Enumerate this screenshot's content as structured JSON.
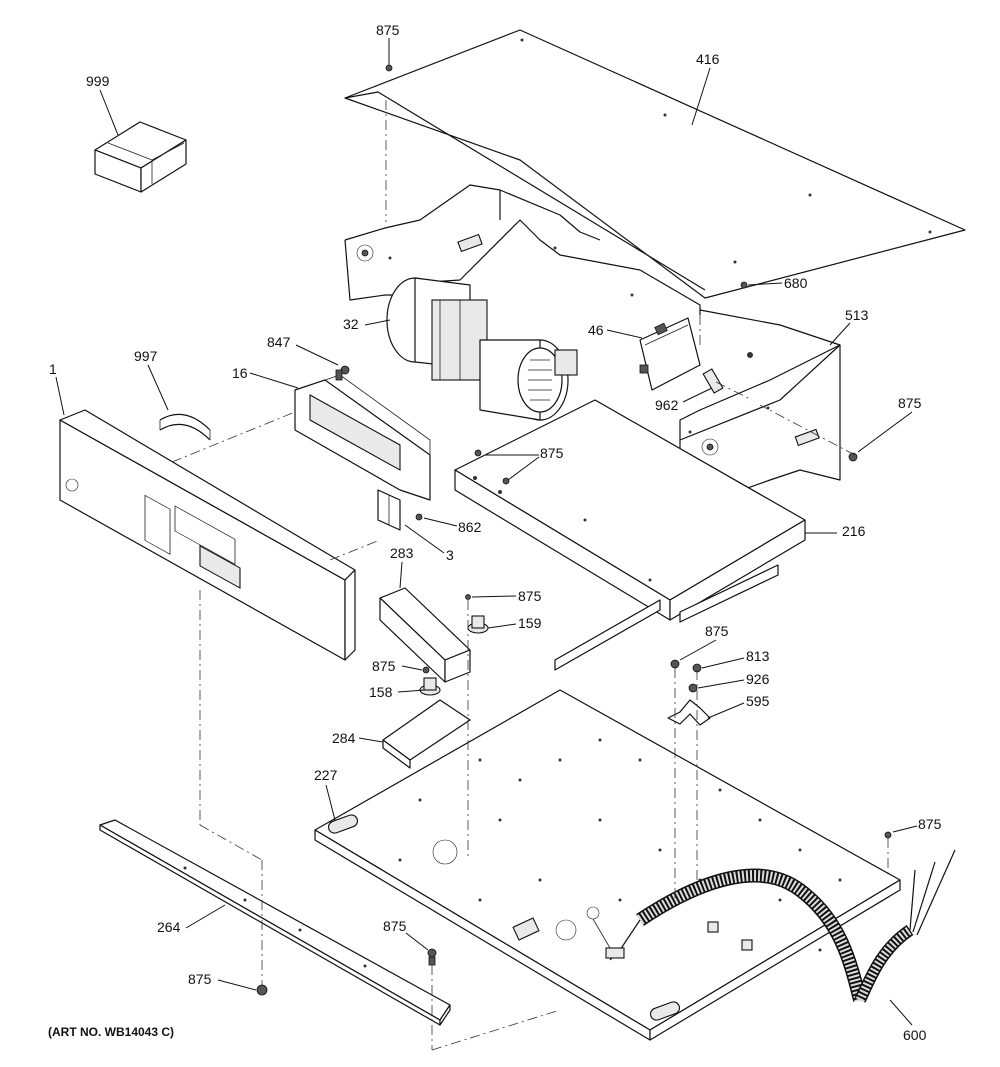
{
  "art_number": "(ART NO. WB14043 C)",
  "callouts": [
    {
      "id": "c875a",
      "text": "875"
    },
    {
      "id": "c416",
      "text": "416"
    },
    {
      "id": "c999",
      "text": "999"
    },
    {
      "id": "c680",
      "text": "680"
    },
    {
      "id": "c32",
      "text": "32"
    },
    {
      "id": "c46",
      "text": "46"
    },
    {
      "id": "c513",
      "text": "513"
    },
    {
      "id": "c847",
      "text": "847"
    },
    {
      "id": "c997",
      "text": "997"
    },
    {
      "id": "c1",
      "text": "1"
    },
    {
      "id": "c16",
      "text": "16"
    },
    {
      "id": "c962",
      "text": "962"
    },
    {
      "id": "c875b",
      "text": "875"
    },
    {
      "id": "c875c",
      "text": "875"
    },
    {
      "id": "c862",
      "text": "862"
    },
    {
      "id": "c3",
      "text": "3"
    },
    {
      "id": "c216",
      "text": "216"
    },
    {
      "id": "c283",
      "text": "283"
    },
    {
      "id": "c875d",
      "text": "875"
    },
    {
      "id": "c159",
      "text": "159"
    },
    {
      "id": "c875e",
      "text": "875"
    },
    {
      "id": "c813",
      "text": "813"
    },
    {
      "id": "c875f",
      "text": "875"
    },
    {
      "id": "c926",
      "text": "926"
    },
    {
      "id": "c158",
      "text": "158"
    },
    {
      "id": "c595",
      "text": "595"
    },
    {
      "id": "c284",
      "text": "284"
    },
    {
      "id": "c227",
      "text": "227"
    },
    {
      "id": "c875g",
      "text": "875"
    },
    {
      "id": "c264",
      "text": "264"
    },
    {
      "id": "c875h",
      "text": "875"
    },
    {
      "id": "c875i",
      "text": "875"
    },
    {
      "id": "c600",
      "text": "600"
    }
  ]
}
